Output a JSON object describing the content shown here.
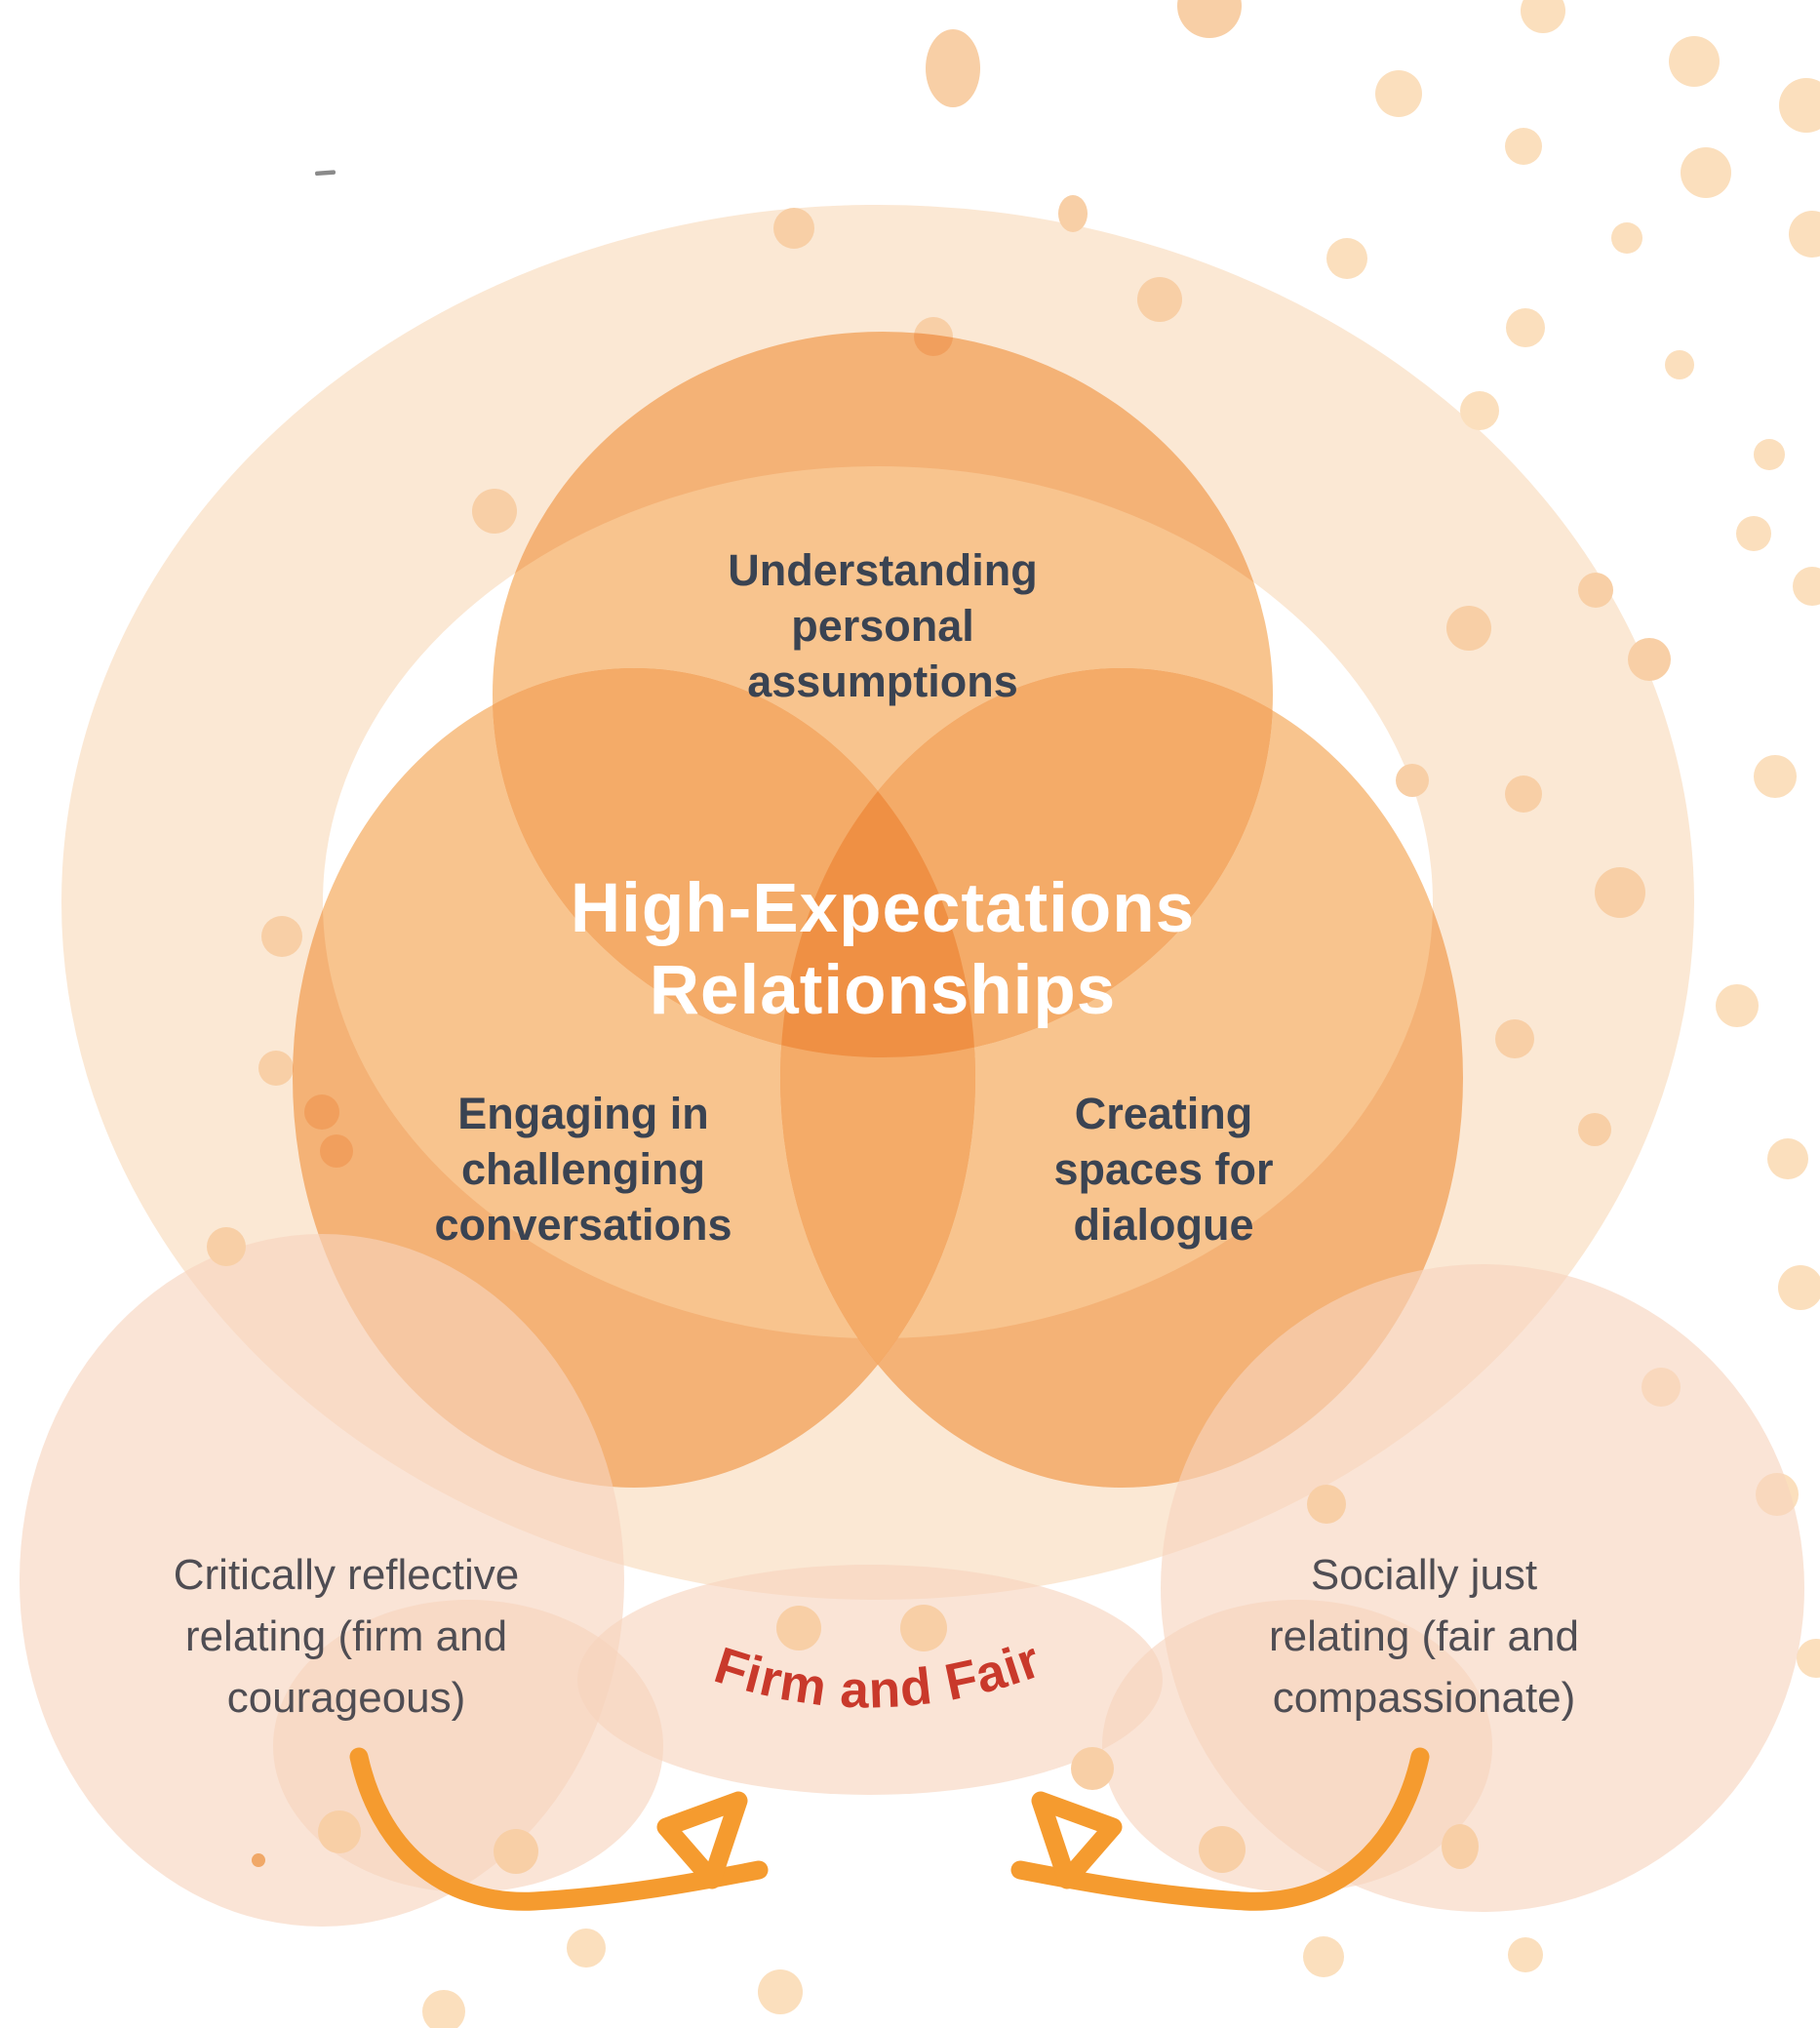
{
  "diagram": {
    "center_title": "High-Expectations Relationships",
    "venn_circles": [
      {
        "id": "top",
        "label": "Understanding\npersonal\nassumptions"
      },
      {
        "id": "left",
        "label": "Engaging in\nchallenging\nconversations"
      },
      {
        "id": "right",
        "label": "Creating\nspaces for\ndialogue"
      }
    ],
    "side_notes": [
      {
        "id": "left",
        "label": "Critically reflective\nrelating (firm and\ncourageous)"
      },
      {
        "id": "right",
        "label": "Socially just\nrelating (fair and\ncompassionate)"
      }
    ],
    "banner_text": "Firm and Fair"
  },
  "colors": {
    "venn_single": "#F8C48E",
    "venn_pair": "#F4AB68",
    "venn_triple": "#EF9044",
    "ring": "#FBE8D4",
    "blob": "#F7D4BD",
    "dot_a": "#FBDFBD",
    "dot_b": "#F8CFA6",
    "dot_c": "#F0A868",
    "arrow": "#F59B2F",
    "banner_red": "#C9392B",
    "label_dark": "#3A4352",
    "note_gray": "#4F4D53",
    "title_white": "#FFFFFF",
    "dash_gray": "#8A8A8A"
  },
  "background_dots": [
    [
      977,
      70,
      56,
      80,
      "b",
      1
    ],
    [
      1240,
      6,
      66,
      66,
      "b",
      1
    ],
    [
      814,
      234,
      42,
      42,
      "b",
      1
    ],
    [
      1100,
      219,
      30,
      38,
      "b",
      1
    ],
    [
      1189,
      307,
      46,
      46,
      "b",
      1
    ],
    [
      957,
      345,
      40,
      40,
      "b",
      1
    ],
    [
      1582,
      11,
      46,
      46,
      "a",
      1
    ],
    [
      1737,
      63,
      52,
      52,
      "a",
      1
    ],
    [
      1434,
      96,
      48,
      48,
      "a",
      1
    ],
    [
      1562,
      150,
      38,
      38,
      "a",
      1
    ],
    [
      1749,
      177,
      52,
      52,
      "a",
      1
    ],
    [
      1852,
      108,
      56,
      56,
      "a",
      1
    ],
    [
      1858,
      240,
      48,
      48,
      "a",
      1
    ],
    [
      1381,
      265,
      42,
      42,
      "a",
      1
    ],
    [
      1668,
      244,
      32,
      32,
      "a",
      1
    ],
    [
      1564,
      336,
      40,
      40,
      "a",
      1
    ],
    [
      1722,
      374,
      30,
      30,
      "a",
      1
    ],
    [
      1517,
      421,
      40,
      40,
      "a",
      1
    ],
    [
      1814,
      466,
      32,
      32,
      "a",
      1
    ],
    [
      1798,
      547,
      36,
      36,
      "a",
      1
    ],
    [
      1858,
      601,
      40,
      40,
      "a",
      1
    ],
    [
      1506,
      644,
      46,
      46,
      "b",
      1
    ],
    [
      1636,
      605,
      36,
      36,
      "b",
      1
    ],
    [
      1691,
      676,
      44,
      44,
      "b",
      1
    ],
    [
      1820,
      796,
      44,
      44,
      "a",
      1
    ],
    [
      1562,
      814,
      38,
      38,
      "b",
      1
    ],
    [
      1661,
      915,
      52,
      52,
      "b",
      1
    ],
    [
      1448,
      800,
      34,
      34,
      "b",
      1
    ],
    [
      1553,
      1065,
      40,
      40,
      "b",
      1
    ],
    [
      1781,
      1031,
      44,
      44,
      "a",
      1
    ],
    [
      1635,
      1158,
      34,
      34,
      "b",
      1
    ],
    [
      1833,
      1188,
      42,
      42,
      "a",
      1
    ],
    [
      1846,
      1320,
      46,
      46,
      "a",
      1
    ],
    [
      1703,
      1422,
      40,
      40,
      "a",
      1
    ],
    [
      1822,
      1532,
      44,
      44,
      "a",
      1
    ],
    [
      1862,
      1700,
      40,
      40,
      "a",
      1
    ],
    [
      507,
      524,
      46,
      46,
      "b",
      1
    ],
    [
      289,
      960,
      42,
      42,
      "b",
      1
    ],
    [
      283,
      1095,
      36,
      36,
      "b",
      1
    ],
    [
      330,
      1140,
      36,
      36,
      "b",
      1
    ],
    [
      345,
      1180,
      34,
      34,
      "b",
      1
    ],
    [
      232,
      1278,
      40,
      40,
      "b",
      2
    ],
    [
      1360,
      1542,
      40,
      40,
      "b",
      2
    ],
    [
      348,
      1878,
      44,
      44,
      "b",
      2
    ],
    [
      529,
      1898,
      46,
      46,
      "b",
      2
    ],
    [
      601,
      1997,
      40,
      40,
      "a",
      1
    ],
    [
      819,
      1669,
      46,
      46,
      "b",
      2
    ],
    [
      947,
      1669,
      48,
      48,
      "b",
      2
    ],
    [
      1120,
      1813,
      44,
      44,
      "b",
      2
    ],
    [
      1253,
      1896,
      48,
      48,
      "b",
      2
    ],
    [
      1497,
      1893,
      38,
      46,
      "b",
      2
    ],
    [
      1357,
      2006,
      42,
      42,
      "a",
      1
    ],
    [
      800,
      2042,
      46,
      46,
      "a",
      1
    ],
    [
      455,
      2062,
      44,
      44,
      "a",
      1
    ],
    [
      1564,
      2004,
      36,
      36,
      "a",
      1
    ],
    [
      265,
      1907,
      14,
      14,
      "c",
      2
    ]
  ]
}
